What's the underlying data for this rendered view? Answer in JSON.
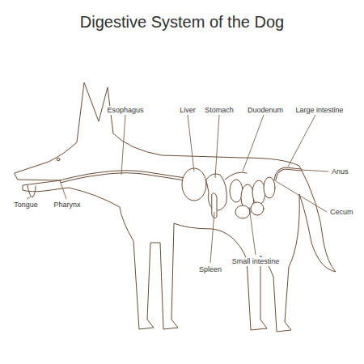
{
  "diagram": {
    "title": "Digestive System of the Dog",
    "labels": [
      "Esophagus",
      "Liver",
      "Stomach",
      "Duodenum",
      "Large intestine",
      "Anus",
      "Cecum",
      "Small intestine",
      "Spleen",
      "Tongue",
      "Pharynx"
    ]
  }
}
